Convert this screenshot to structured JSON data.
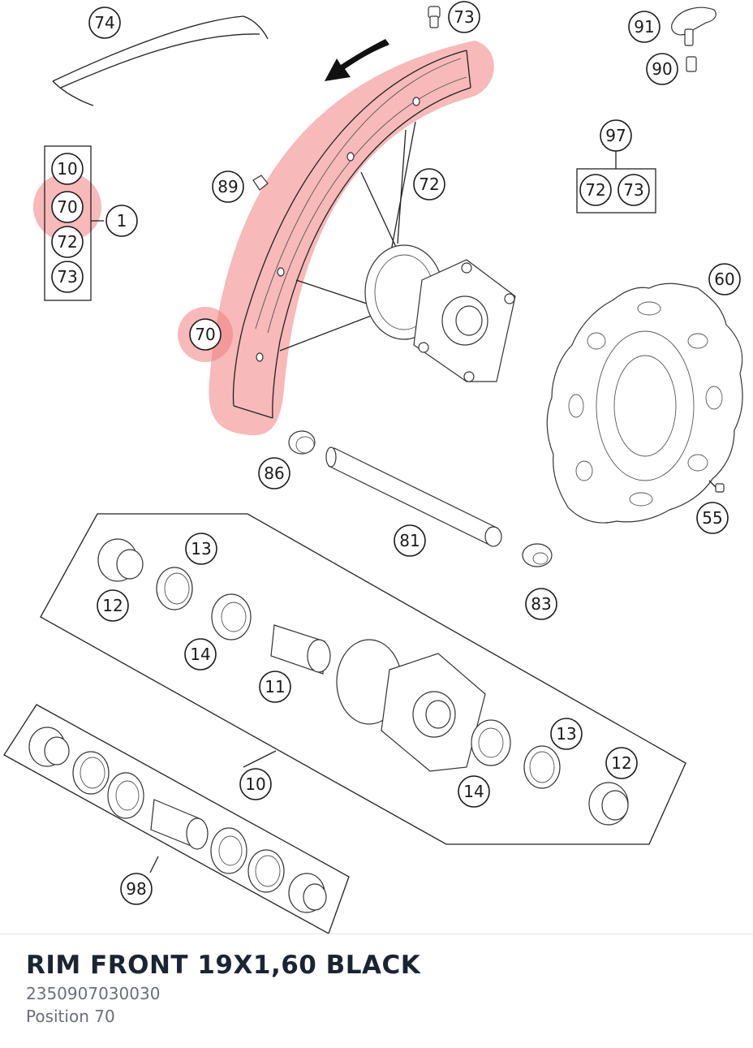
{
  "diagram": {
    "callouts": {
      "c74": "74",
      "c73_top": "73",
      "c91": "91",
      "c90": "90",
      "c97": "97",
      "c97_72": "72",
      "c97_73": "73",
      "c10_list": "10",
      "c70_list": "70",
      "c72_list": "72",
      "c73_list": "73",
      "c1": "1",
      "c89": "89",
      "c72_spoke": "72",
      "c70_rim": "70",
      "c60": "60",
      "c86": "86",
      "c81": "81",
      "c55": "55",
      "c83": "83",
      "c13_left": "13",
      "c12_left": "12",
      "c14_left": "14",
      "c11": "11",
      "c13_right": "13",
      "c12_right": "12",
      "c14_right": "14",
      "c10_group": "10",
      "c98": "98"
    },
    "highlight_color": "#f08080"
  },
  "footer": {
    "title": "RIM FRONT 19X1,60 BLACK",
    "part_number": "2350907030030",
    "position": "Position 70"
  }
}
